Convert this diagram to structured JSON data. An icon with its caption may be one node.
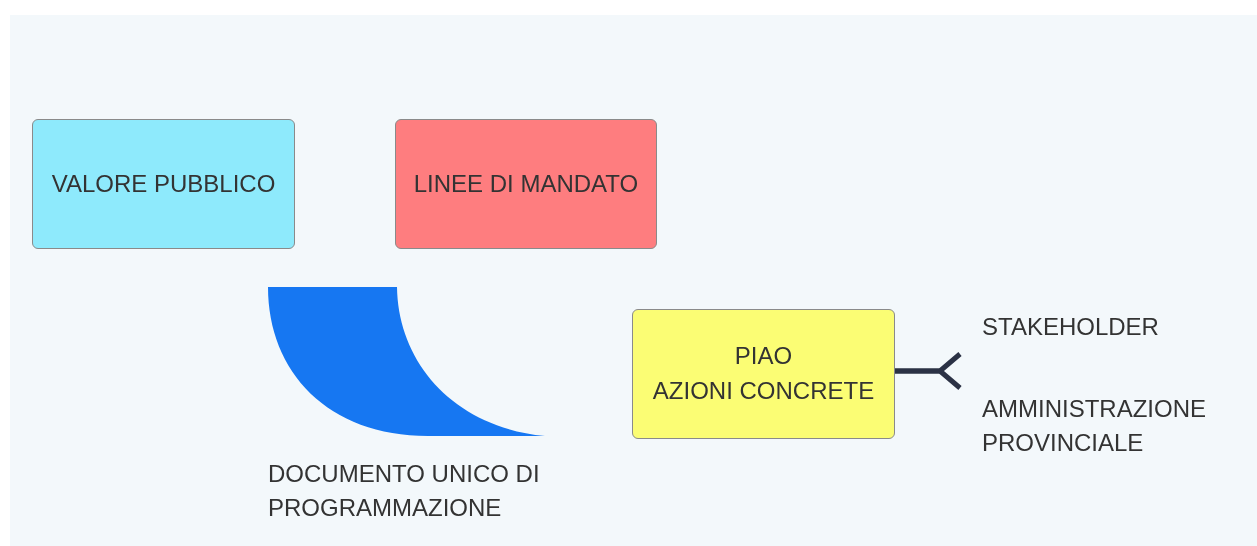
{
  "diagram": {
    "nodes": [
      {
        "text": [
          "VALORE PUBBLICO"
        ]
      },
      {
        "text": [
          "LINEE DI MANDATO"
        ]
      },
      {
        "text": [
          "DOCUMENTO UNICO DI PROGRAMMAZIONE"
        ]
      },
      {
        "text": [
          "PIAO",
          "AZIONI CONCRETE"
        ]
      },
      {
        "text": [
          "STAKEHOLDER"
        ]
      },
      {
        "text": [
          "AMMINISTRAZIONE PROVINCIALE"
        ]
      }
    ],
    "edges": [
      {
        "from": 3,
        "to": 4,
        "arrow": "none"
      },
      {
        "from": 3,
        "to": 5,
        "arrow": "none"
      }
    ]
  }
}
